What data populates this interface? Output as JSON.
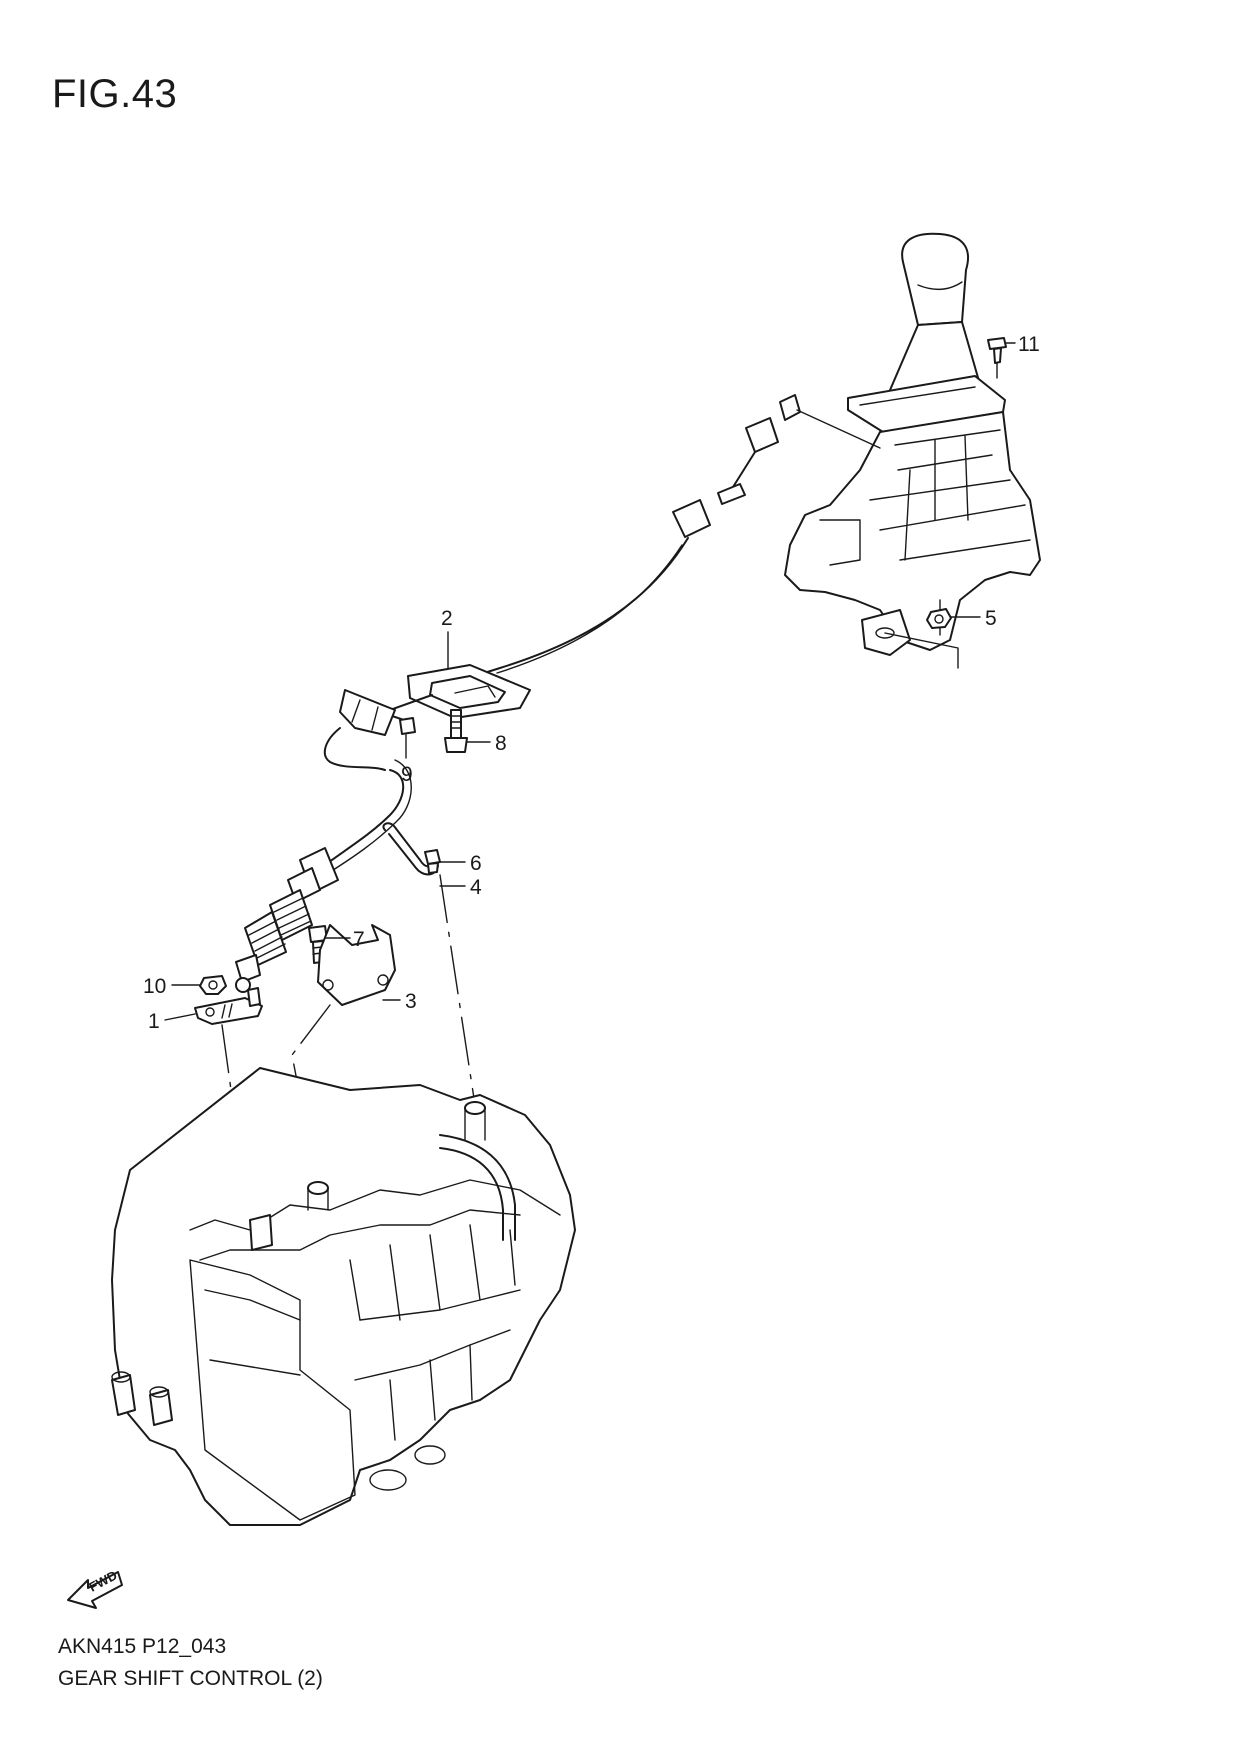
{
  "figure": {
    "title": "FIG.43",
    "code": "AKN415 P12_043",
    "name": "GEAR SHIFT CONTROL (2)"
  },
  "fwd_label": "FWD",
  "callouts": [
    {
      "id": "c1",
      "label": "1"
    },
    {
      "id": "c2",
      "label": "2"
    },
    {
      "id": "c3",
      "label": "3"
    },
    {
      "id": "c4",
      "label": "4"
    },
    {
      "id": "c5",
      "label": "5"
    },
    {
      "id": "c6",
      "label": "6"
    },
    {
      "id": "c7",
      "label": "7"
    },
    {
      "id": "c8",
      "label": "8"
    },
    {
      "id": "c9",
      "label": "9"
    },
    {
      "id": "c10",
      "label": "10"
    },
    {
      "id": "c11",
      "label": "11"
    }
  ]
}
